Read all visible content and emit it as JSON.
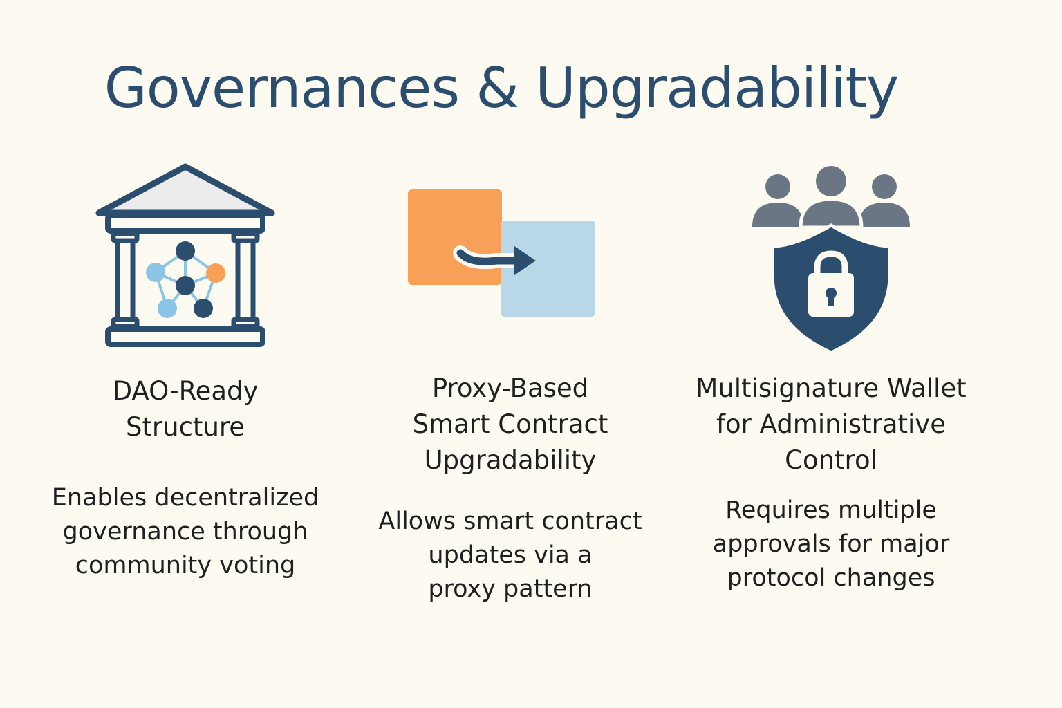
{
  "title": "Governances & Upgradability",
  "features": [
    {
      "icon": "dao-building-network-icon",
      "heading": "DAO-Ready\nStructure",
      "description": "Enables decentralized\ngovernance through\ncommunity voting"
    },
    {
      "icon": "proxy-upgrade-arrow-icon",
      "heading": "Proxy-Based\nSmart Contract\nUpgradability",
      "description": "Allows smart contract\nupdates via a\nproxy pattern"
    },
    {
      "icon": "multisig-shield-lock-icon",
      "heading": "Multisignature Wallet\nfor Administrative\nControl",
      "description": "Requires multiple\napprovals for major\nprotocol changes"
    }
  ],
  "colors": {
    "background": "#fdfaf1",
    "title": "#2b4d6e",
    "navy": "#2b4d6e",
    "orange": "#f8a058",
    "light_blue": "#8cc4e6",
    "pale_blue": "#b8d8e8",
    "gray": "#6b7684",
    "text": "#1f1f1f"
  }
}
